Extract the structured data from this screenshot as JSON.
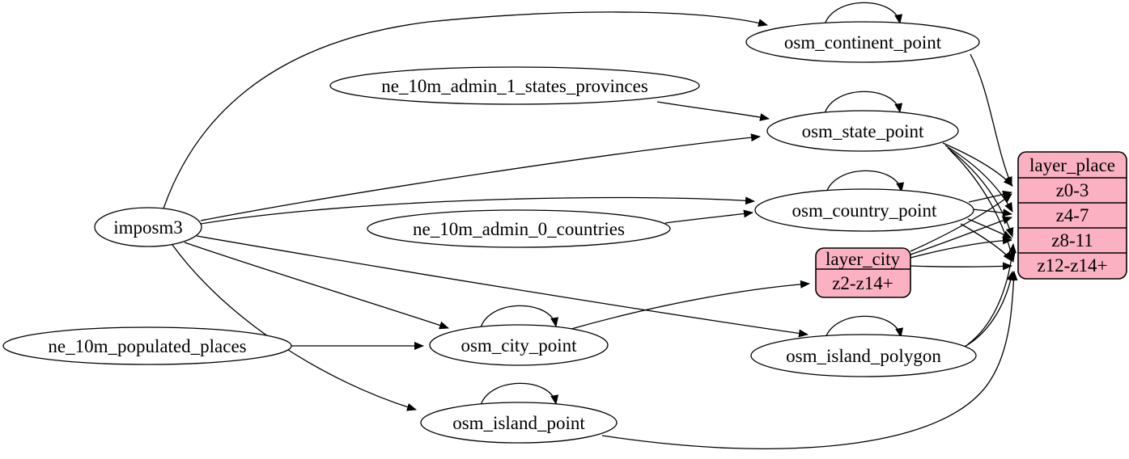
{
  "diagram": {
    "kind": "etl-dependency-graph",
    "background": "#ffffff",
    "colors": {
      "record_fill": "#fbb1c1",
      "node_fill": "#ffffff",
      "stroke": "#000000"
    },
    "nodes": {
      "imposm3": {
        "label": "imposm3",
        "shape": "ellipse"
      },
      "ne_10m_admin_1_states_provinces": {
        "label": "ne_10m_admin_1_states_provinces",
        "shape": "ellipse"
      },
      "ne_10m_admin_0_countries": {
        "label": "ne_10m_admin_0_countries",
        "shape": "ellipse"
      },
      "ne_10m_populated_places": {
        "label": "ne_10m_populated_places",
        "shape": "ellipse"
      },
      "osm_continent_point": {
        "label": "osm_continent_point",
        "shape": "ellipse"
      },
      "osm_state_point": {
        "label": "osm_state_point",
        "shape": "ellipse"
      },
      "osm_country_point": {
        "label": "osm_country_point",
        "shape": "ellipse"
      },
      "osm_city_point": {
        "label": "osm_city_point",
        "shape": "ellipse"
      },
      "osm_island_polygon": {
        "label": "osm_island_polygon",
        "shape": "ellipse"
      },
      "osm_island_point": {
        "label": "osm_island_point",
        "shape": "ellipse"
      },
      "layer_place": {
        "label": "layer_place",
        "shape": "record",
        "rows": [
          "z0-3",
          "z4-7",
          "z8-11",
          "z12-z14+"
        ]
      },
      "layer_city": {
        "label": "layer_city",
        "shape": "record",
        "rows": [
          "z2-z14+"
        ]
      }
    },
    "edges": [
      {
        "from": "imposm3",
        "to": "osm_continent_point"
      },
      {
        "from": "imposm3",
        "to": "osm_state_point"
      },
      {
        "from": "imposm3",
        "to": "osm_country_point"
      },
      {
        "from": "imposm3",
        "to": "osm_city_point"
      },
      {
        "from": "imposm3",
        "to": "osm_island_polygon"
      },
      {
        "from": "imposm3",
        "to": "osm_island_point"
      },
      {
        "from": "ne_10m_admin_1_states_provinces",
        "to": "osm_state_point"
      },
      {
        "from": "ne_10m_admin_0_countries",
        "to": "osm_country_point"
      },
      {
        "from": "ne_10m_populated_places",
        "to": "osm_city_point"
      },
      {
        "from": "osm_continent_point",
        "to": "osm_continent_point"
      },
      {
        "from": "osm_state_point",
        "to": "osm_state_point"
      },
      {
        "from": "osm_country_point",
        "to": "osm_country_point"
      },
      {
        "from": "osm_city_point",
        "to": "osm_city_point"
      },
      {
        "from": "osm_island_polygon",
        "to": "osm_island_polygon"
      },
      {
        "from": "osm_island_point",
        "to": "osm_island_point"
      },
      {
        "from": "osm_continent_point",
        "to": "layer_place:z0-3"
      },
      {
        "from": "osm_state_point",
        "to": "layer_place:z0-3"
      },
      {
        "from": "osm_state_point",
        "to": "layer_place:z4-7"
      },
      {
        "from": "osm_state_point",
        "to": "layer_place:z8-11"
      },
      {
        "from": "osm_state_point",
        "to": "layer_place:z12-z14+"
      },
      {
        "from": "osm_country_point",
        "to": "layer_place:z0-3"
      },
      {
        "from": "osm_country_point",
        "to": "layer_place:z4-7"
      },
      {
        "from": "osm_country_point",
        "to": "layer_place:z8-11"
      },
      {
        "from": "osm_country_point",
        "to": "layer_place:z12-z14+"
      },
      {
        "from": "osm_city_point",
        "to": "layer_city:z2-z14+"
      },
      {
        "from": "layer_city",
        "to": "layer_place:z0-3"
      },
      {
        "from": "layer_city",
        "to": "layer_place:z4-7"
      },
      {
        "from": "layer_city",
        "to": "layer_place:z8-11"
      },
      {
        "from": "layer_city",
        "to": "layer_place:z12-z14+"
      },
      {
        "from": "osm_island_polygon",
        "to": "layer_place:z8-11"
      },
      {
        "from": "osm_island_polygon",
        "to": "layer_place:z12-z14+"
      },
      {
        "from": "osm_island_point",
        "to": "layer_place:z12-z14+"
      }
    ]
  }
}
